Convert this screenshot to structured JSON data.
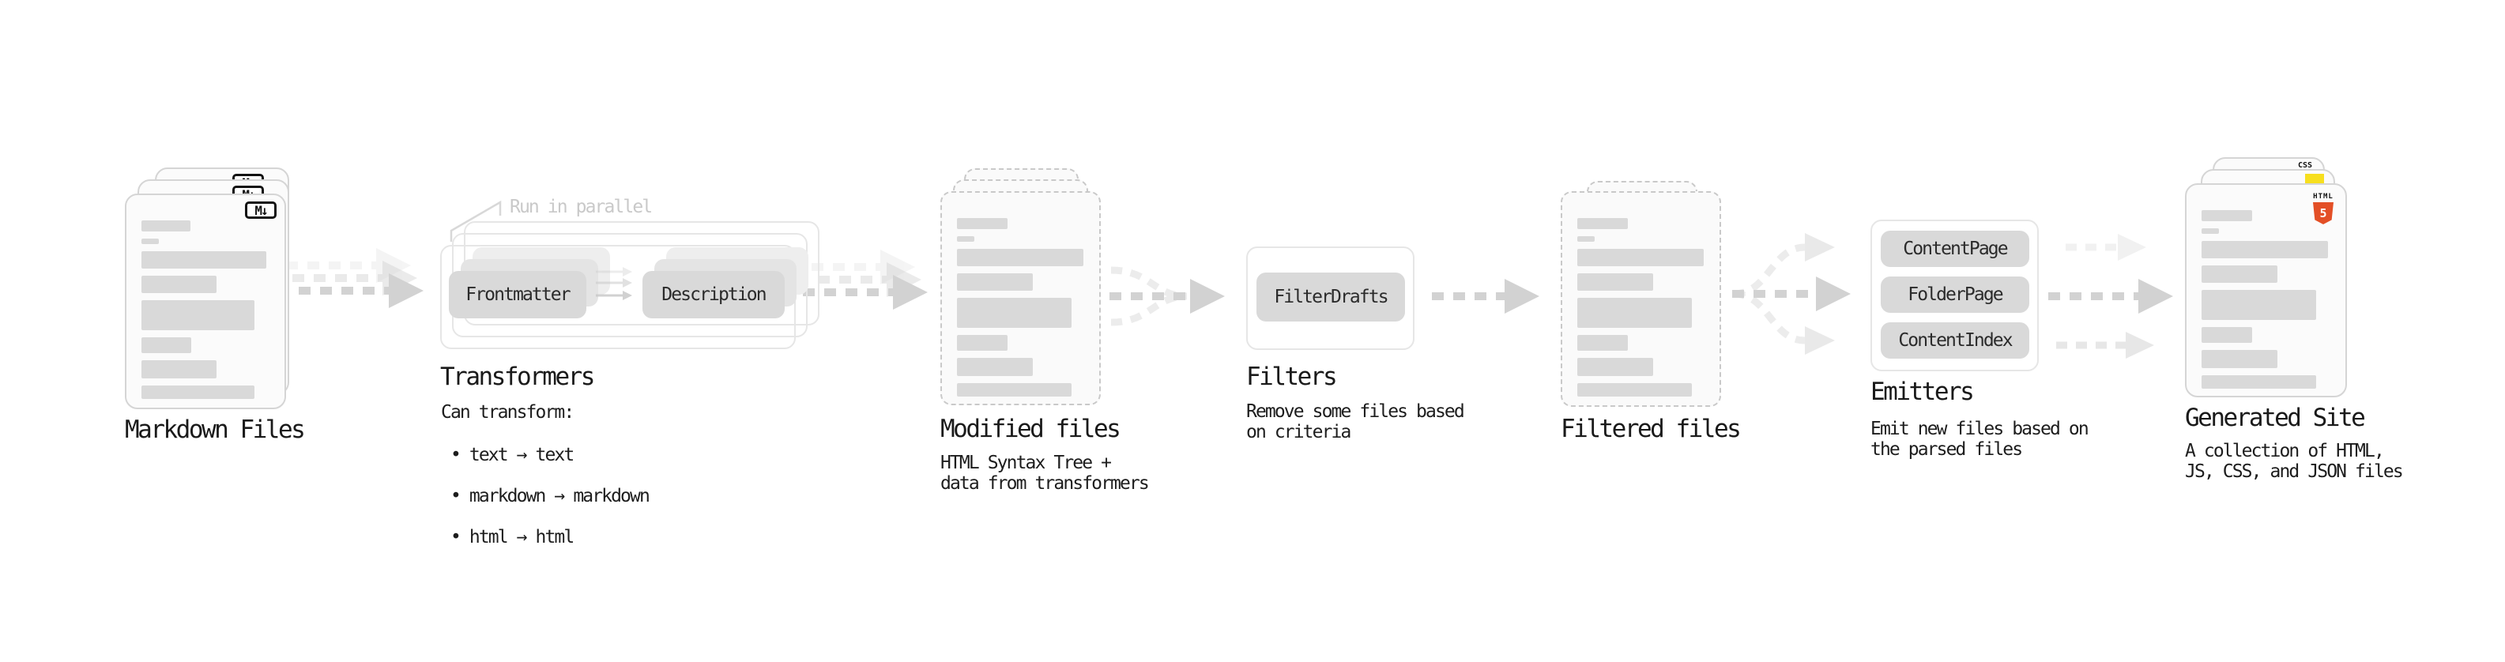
{
  "stages": {
    "markdown_files": {
      "title": "Markdown Files",
      "badge": "M↓"
    },
    "transformers": {
      "annotation": "Run in parallel",
      "step_a": "Frontmatter",
      "step_b": "Description",
      "title": "Transformers",
      "subtitle": "Can transform:",
      "bullets": [
        "• text → text",
        "• markdown → markdown",
        "• html → html"
      ]
    },
    "modified_files": {
      "title": "Modified files",
      "description": "HTML Syntax Tree +\ndata from transformers"
    },
    "filters": {
      "box": "FilterDrafts",
      "title": "Filters",
      "description": "Remove some files based\non criteria"
    },
    "filtered_files": {
      "title": "Filtered files"
    },
    "emitters": {
      "boxes": [
        "ContentPage",
        "FolderPage",
        "ContentIndex"
      ],
      "title": "Emitters",
      "description": "Emit new files based on\nthe parsed files"
    },
    "generated_site": {
      "title": "Generated Site",
      "description": "A collection of HTML,\nJS, CSS, and JSON files",
      "badge_css": "CSS",
      "badge_html_label": "HTML",
      "badge_html_number": "5"
    }
  },
  "colors": {
    "html5_orange": "#e34f26",
    "js_yellow": "#f7df1e",
    "css_blue": "#2569e8"
  }
}
